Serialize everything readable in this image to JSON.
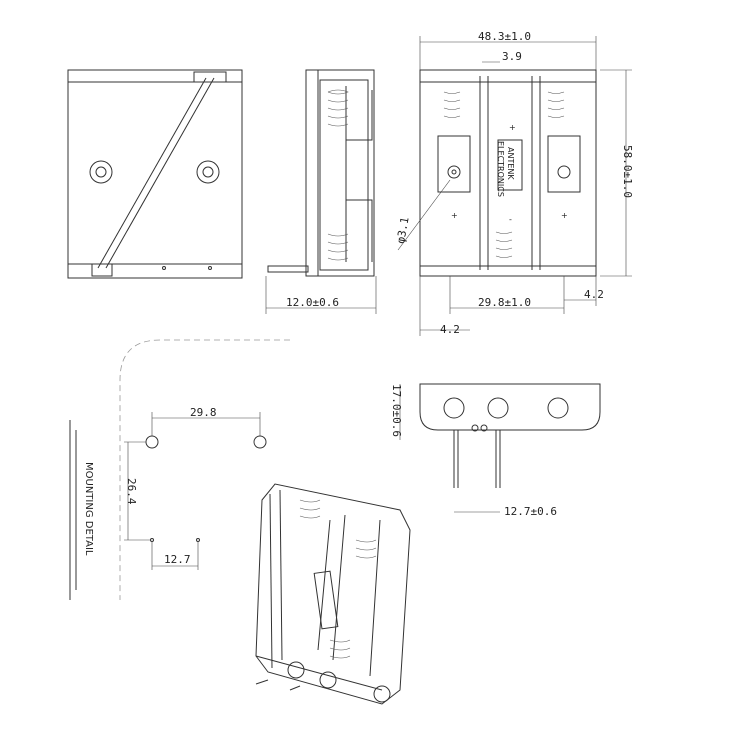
{
  "dimensions": {
    "overall_width": "48.3±1.0",
    "contact_offset": "3.9",
    "overall_height": "58.0±1.0",
    "depth": "12.0±0.6",
    "pin_spacing": "29.8±1.0",
    "right_offset": "4.2",
    "left_offset": "4.2",
    "hole_diameter": "φ3.1",
    "bottom_height": "17.0±0.6",
    "pin_pitch": "12.7±0.6"
  },
  "mounting_detail": {
    "title": "MOUNTING DETAIL",
    "hole_spacing": "29.8",
    "vertical_spacing": "26.4",
    "pin_spacing": "12.7"
  },
  "label": {
    "brand_line1": "ANTENK",
    "brand_line2": "ELECTRONICS"
  },
  "polarity": {
    "plus": "+",
    "minus": "-"
  }
}
